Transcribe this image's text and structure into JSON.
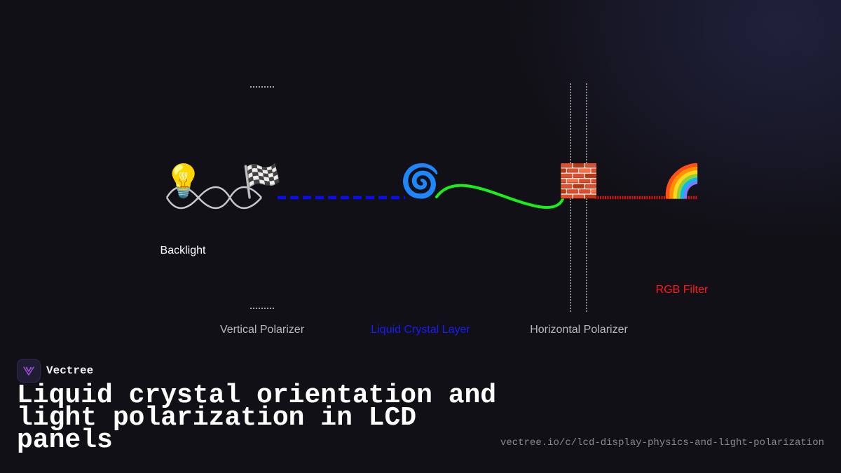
{
  "diagram": {
    "components": [
      {
        "id": "backlight",
        "label": "Backlight",
        "icon": "light-bulb",
        "glyph": "💡",
        "label_color": "#ffffff"
      },
      {
        "id": "vertical-polarizer",
        "label": "Vertical Polarizer",
        "icon": "checkered-flag",
        "glyph": "🏁",
        "label_color": "#b9b9bd"
      },
      {
        "id": "liquid-crystal-layer",
        "label": "Liquid Crystal Layer",
        "icon": "cyclone",
        "glyph": "🌀",
        "label_color": "#1a1aff"
      },
      {
        "id": "horizontal-polarizer",
        "label": "Horizontal Polarizer",
        "icon": "brick-wall",
        "glyph": "🧱",
        "label_color": "#b9b9bd"
      },
      {
        "id": "rgb-filter",
        "label": "RGB Filter",
        "icon": "rainbow",
        "glyph": "🌈",
        "label_color": "#ff1a1a"
      }
    ],
    "colors": {
      "unpolarized_wave": "#c8c8c8",
      "vertical_light": "#0a0aff",
      "twisted_light": "#19f019",
      "filtered_light": "#e01010",
      "polarizer_lines": "#dddddd"
    }
  },
  "brand": {
    "name": "Vectree",
    "logo_color": "#a24bd6"
  },
  "title": "Liquid crystal orientation and light polarization in LCD panels",
  "url": "vectree.io/c/lcd-display-physics-and-light-polarization"
}
